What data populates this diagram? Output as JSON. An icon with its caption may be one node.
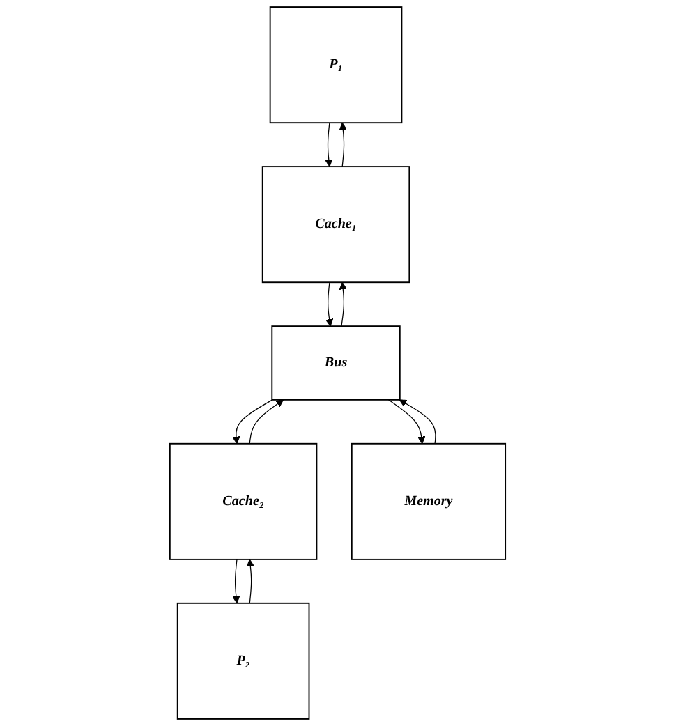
{
  "diagram": {
    "nodes": [
      {
        "text": [
          "P₁"
        ]
      },
      {
        "text": [
          "P₂"
        ]
      },
      {
        "text": [
          "Cache₁"
        ]
      },
      {
        "text": [
          "Cache₂"
        ]
      },
      {
        "text": [
          "Bus"
        ]
      },
      {
        "text": [
          "Memory"
        ]
      }
    ],
    "edges": [
      {
        "from": 0,
        "to": 2,
        "arrow": "to"
      },
      {
        "from": 2,
        "to": 0,
        "arrow": "to"
      },
      {
        "from": 1,
        "to": 3,
        "arrow": "to"
      },
      {
        "from": 3,
        "to": 1,
        "arrow": "to"
      },
      {
        "from": 2,
        "to": 4,
        "arrow": "to"
      },
      {
        "from": 4,
        "to": 2,
        "arrow": "to"
      },
      {
        "from": 3,
        "to": 4,
        "arrow": "to"
      },
      {
        "from": 4,
        "to": 3,
        "arrow": "to"
      },
      {
        "from": 4,
        "to": 5,
        "arrow": "to"
      },
      {
        "from": 5,
        "to": 4,
        "arrow": "to"
      }
    ]
  }
}
